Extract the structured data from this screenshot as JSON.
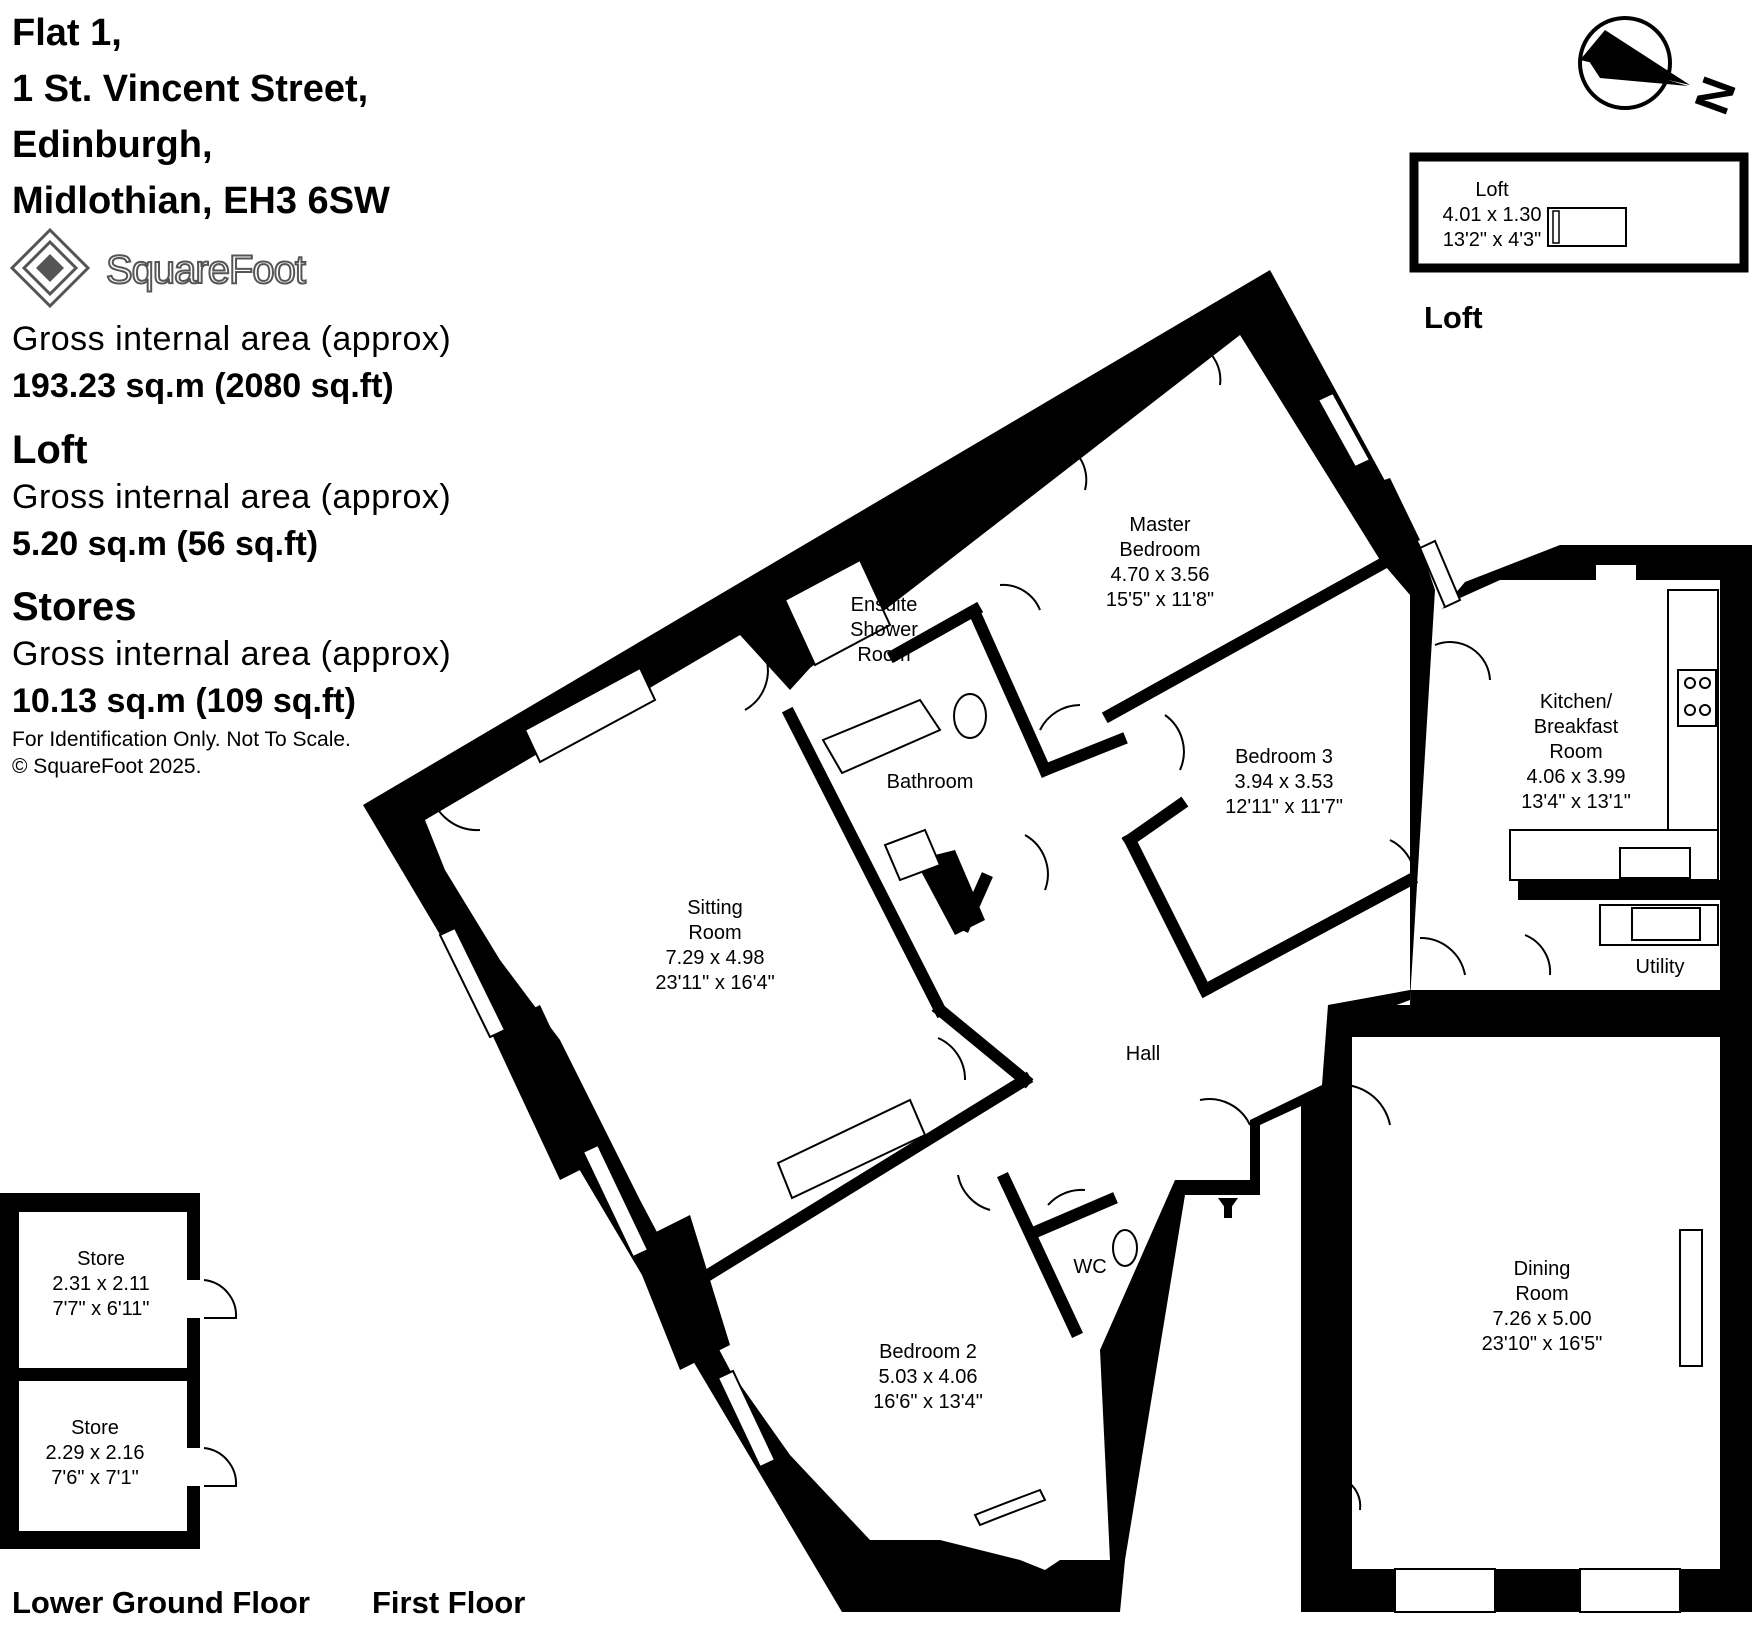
{
  "address": {
    "line1": "Flat 1,",
    "line2": "1 St. Vincent Street,",
    "line3": "Edinburgh,",
    "line4": "Midlothian, EH3 6SW"
  },
  "brand": {
    "name": "SquareFoot"
  },
  "areas": {
    "total": {
      "label": "Gross internal area (approx)",
      "value": "193.23 sq.m (2080 sq.ft)"
    },
    "loft": {
      "title": "Loft",
      "label": "Gross internal area (approx)",
      "value": "5.20 sq.m (56 sq.ft)"
    },
    "stores": {
      "title": "Stores",
      "label": "Gross internal area (approx)",
      "value": "10.13 sq.m (109 sq.ft)"
    }
  },
  "disclaimer": {
    "line1": "For Identification Only. Not To Scale.",
    "line2": "© SquareFoot 2025."
  },
  "floors": {
    "loft": "Loft",
    "lower_ground": "Lower Ground Floor",
    "first": "First Floor"
  },
  "compass": {
    "label": "N"
  },
  "rooms": {
    "loft": {
      "name": "Loft",
      "metric": "4.01 x 1.30",
      "imperial": "13'2\" x 4'3\""
    },
    "master": {
      "name1": "Master",
      "name2": "Bedroom",
      "metric": "4.70 x 3.56",
      "imperial": "15'5\" x 11'8\""
    },
    "ensuite": {
      "name1": "Ensuite",
      "name2": "Shower",
      "name3": "Room"
    },
    "bathroom": {
      "name": "Bathroom"
    },
    "bedroom3": {
      "name": "Bedroom 3",
      "metric": "3.94 x 3.53",
      "imperial": "12'11\" x 11'7\""
    },
    "kitchen": {
      "name1": "Kitchen/",
      "name2": "Breakfast",
      "name3": "Room",
      "metric": "4.06 x 3.99",
      "imperial": "13'4\" x 13'1\""
    },
    "utility": {
      "name": "Utility"
    },
    "sitting": {
      "name1": "Sitting",
      "name2": "Room",
      "metric": "7.29 x 4.98",
      "imperial": "23'11\" x 16'4\""
    },
    "hall": {
      "name": "Hall"
    },
    "wc": {
      "name": "WC"
    },
    "bedroom2": {
      "name": "Bedroom 2",
      "metric": "5.03 x 4.06",
      "imperial": "16'6\" x 13'4\""
    },
    "dining": {
      "name1": "Dining",
      "name2": "Room",
      "metric": "7.26 x 5.00",
      "imperial": "23'10\" x 16'5\""
    },
    "store1": {
      "name": "Store",
      "metric": "2.31 x 2.11",
      "imperial": "7'7\" x 6'11\""
    },
    "store2": {
      "name": "Store",
      "metric": "2.29 x 2.16",
      "imperial": "7'6\" x 7'1\""
    }
  }
}
